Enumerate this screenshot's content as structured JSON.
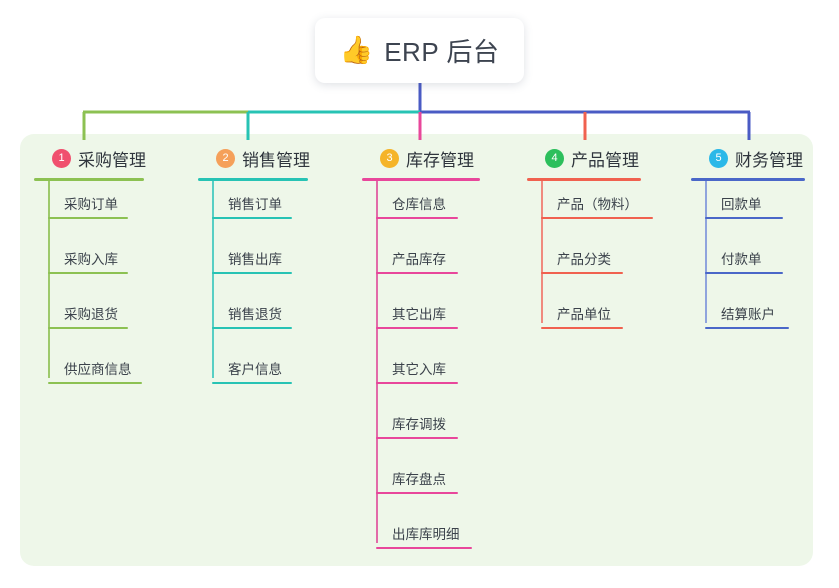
{
  "title": {
    "emoji": "👍",
    "emoji_name": "thumbs-up-icon",
    "text": "ERP 后台"
  },
  "theme": {
    "panel_bg": "#eef7e9",
    "page_bg": "#ffffff",
    "card_bg": "#ffffff",
    "title_color": "#3d4450",
    "leaf_text_color": "#3b424b",
    "bus_left_color": "#8cc152",
    "bus_mid_color": "#27c3b4",
    "bus_right_color": "#4a5bc4",
    "stem_color": "#4a5bc4"
  },
  "columns": [
    {
      "index": "1",
      "badge_color": "#f0506e",
      "rule_color": "#8cc152",
      "line_color": "#9dc96b",
      "drop_color": "#8cc152",
      "title": "采购管理",
      "head_rule_width": 110,
      "items": [
        {
          "label": "采购订单",
          "rule_width": 80
        },
        {
          "label": "采购入库",
          "rule_width": 80
        },
        {
          "label": "采购退货",
          "rule_width": 80
        },
        {
          "label": "供应商信息",
          "rule_width": 94
        }
      ]
    },
    {
      "index": "2",
      "badge_color": "#f5a05a",
      "rule_color": "#27c3b4",
      "line_color": "#57cfc4",
      "drop_color": "#27c3b4",
      "title": "销售管理",
      "head_rule_width": 110,
      "items": [
        {
          "label": "销售订单",
          "rule_width": 80
        },
        {
          "label": "销售出库",
          "rule_width": 80
        },
        {
          "label": "销售退货",
          "rule_width": 80
        },
        {
          "label": "客户信息",
          "rule_width": 80
        }
      ]
    },
    {
      "index": "3",
      "badge_color": "#f5b429",
      "rule_color": "#e8479b",
      "line_color": "#e26aa8",
      "drop_color": "#e8479b",
      "title": "库存管理",
      "head_rule_width": 118,
      "items": [
        {
          "label": "仓库信息",
          "rule_width": 82
        },
        {
          "label": "产品库存",
          "rule_width": 82
        },
        {
          "label": "其它出库",
          "rule_width": 82
        },
        {
          "label": "其它入库",
          "rule_width": 82
        },
        {
          "label": "库存调拨",
          "rule_width": 82
        },
        {
          "label": "库存盘点",
          "rule_width": 82
        },
        {
          "label": "出库库明细",
          "rule_width": 96
        }
      ]
    },
    {
      "index": "4",
      "badge_color": "#2cbf5c",
      "rule_color": "#f0614f",
      "line_color": "#f08a7e",
      "drop_color": "#f0614f",
      "title": "产品管理",
      "head_rule_width": 114,
      "items": [
        {
          "label": "产品（物料）",
          "rule_width": 112
        },
        {
          "label": "产品分类",
          "rule_width": 82
        },
        {
          "label": "产品单位",
          "rule_width": 82
        }
      ]
    },
    {
      "index": "5",
      "badge_color": "#2bb8e8",
      "rule_color": "#4a67c8",
      "line_color": "#8fa4dd",
      "drop_color": "#4a5bc4",
      "title": "财务管理",
      "head_rule_width": 114,
      "items": [
        {
          "label": "回款单",
          "rule_width": 78
        },
        {
          "label": "付款单",
          "rule_width": 78
        },
        {
          "label": "结算账户",
          "rule_width": 84
        }
      ]
    }
  ]
}
